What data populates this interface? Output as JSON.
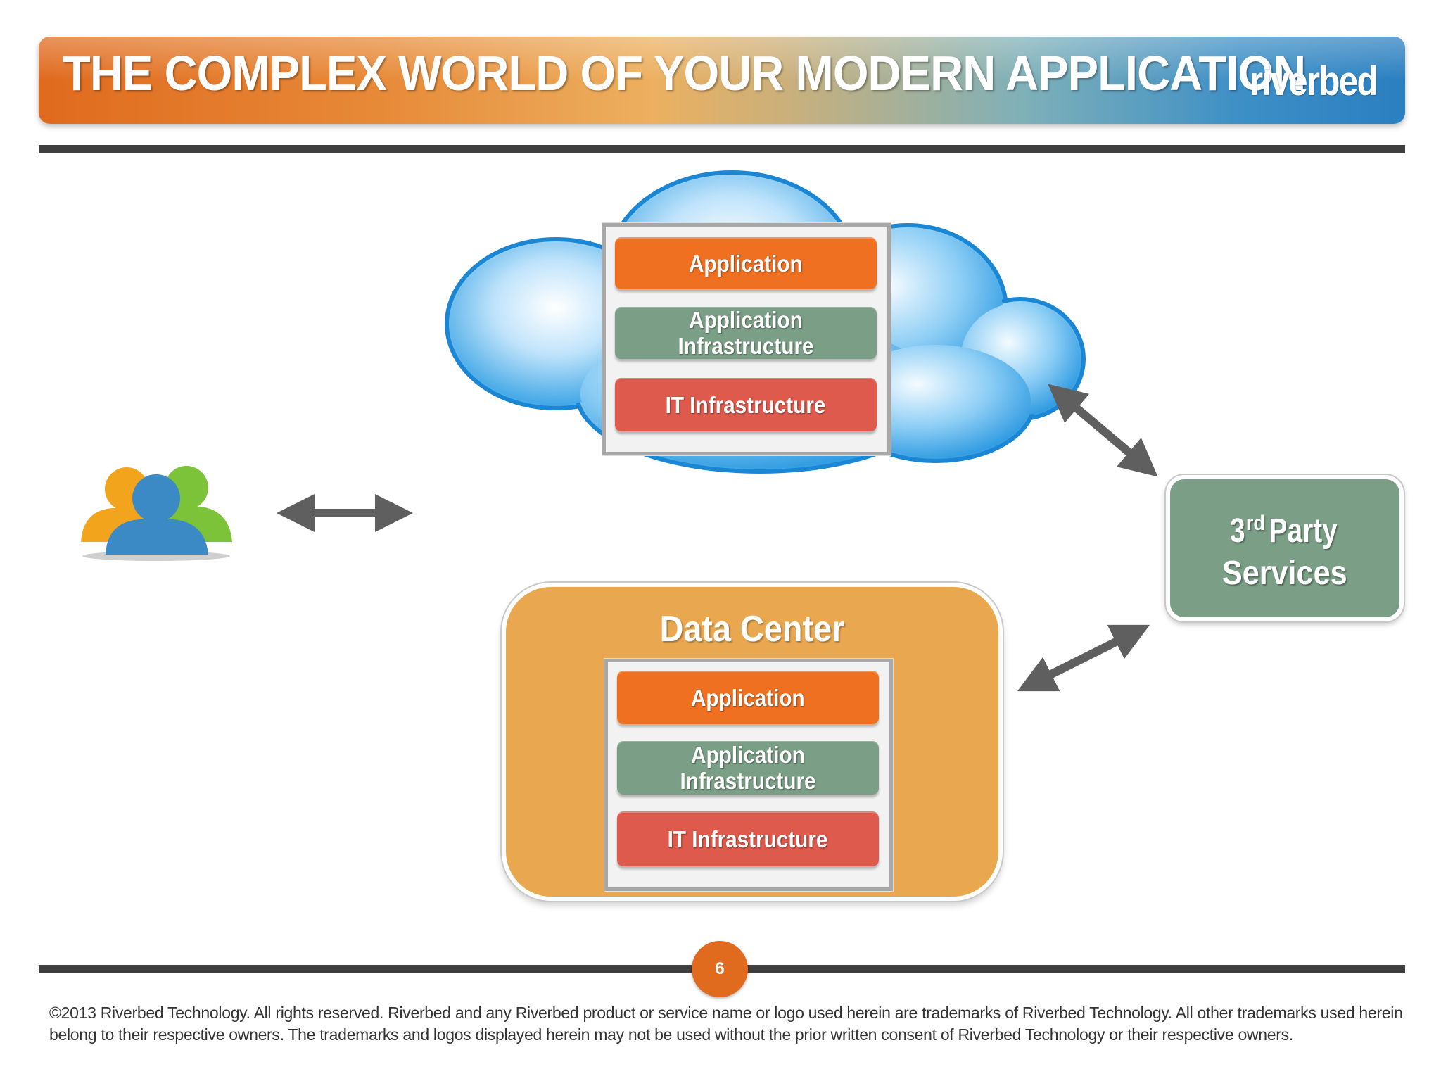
{
  "header": {
    "title": "THE COMPLEX WORLD OF YOUR MODERN APPLICATION",
    "logo": "riverbed"
  },
  "cloud": {
    "layers": [
      {
        "label": "Application",
        "color": "#f07022"
      },
      {
        "label": "Application Infrastructure",
        "color": "#7b9e86"
      },
      {
        "label": "IT Infrastructure",
        "color": "#dd5a4c"
      }
    ]
  },
  "datacenter": {
    "title": "Data Center",
    "layers": [
      {
        "label": "Application",
        "color": "#f07022"
      },
      {
        "label": "Application Infrastructure",
        "color": "#7b9e86"
      },
      {
        "label": "IT Infrastructure",
        "color": "#dd5a4c"
      }
    ]
  },
  "third_party": {
    "line1_main": "3",
    "line1_sup": "rd",
    "line1_rest": " Party",
    "line2": "Services"
  },
  "page_number": "6",
  "footer": "©2013 Riverbed Technology. All rights reserved. Riverbed and any Riverbed product or service name or logo used herein are trademarks of Riverbed Technology. All other trademarks used herein belong to their respective owners. The trademarks and logos displayed herein may not be used without the prior written consent of Riverbed Technology or their respective owners.",
  "colors": {
    "orange": "#e06a1e",
    "green": "#7b9e86",
    "red": "#dd5a4c",
    "datacenter": "#e9a84f",
    "cloud": "#3aa6e6",
    "arrow": "#5f5f5f"
  },
  "icons": [
    "users-icon",
    "bidirectional-arrow-icon"
  ]
}
